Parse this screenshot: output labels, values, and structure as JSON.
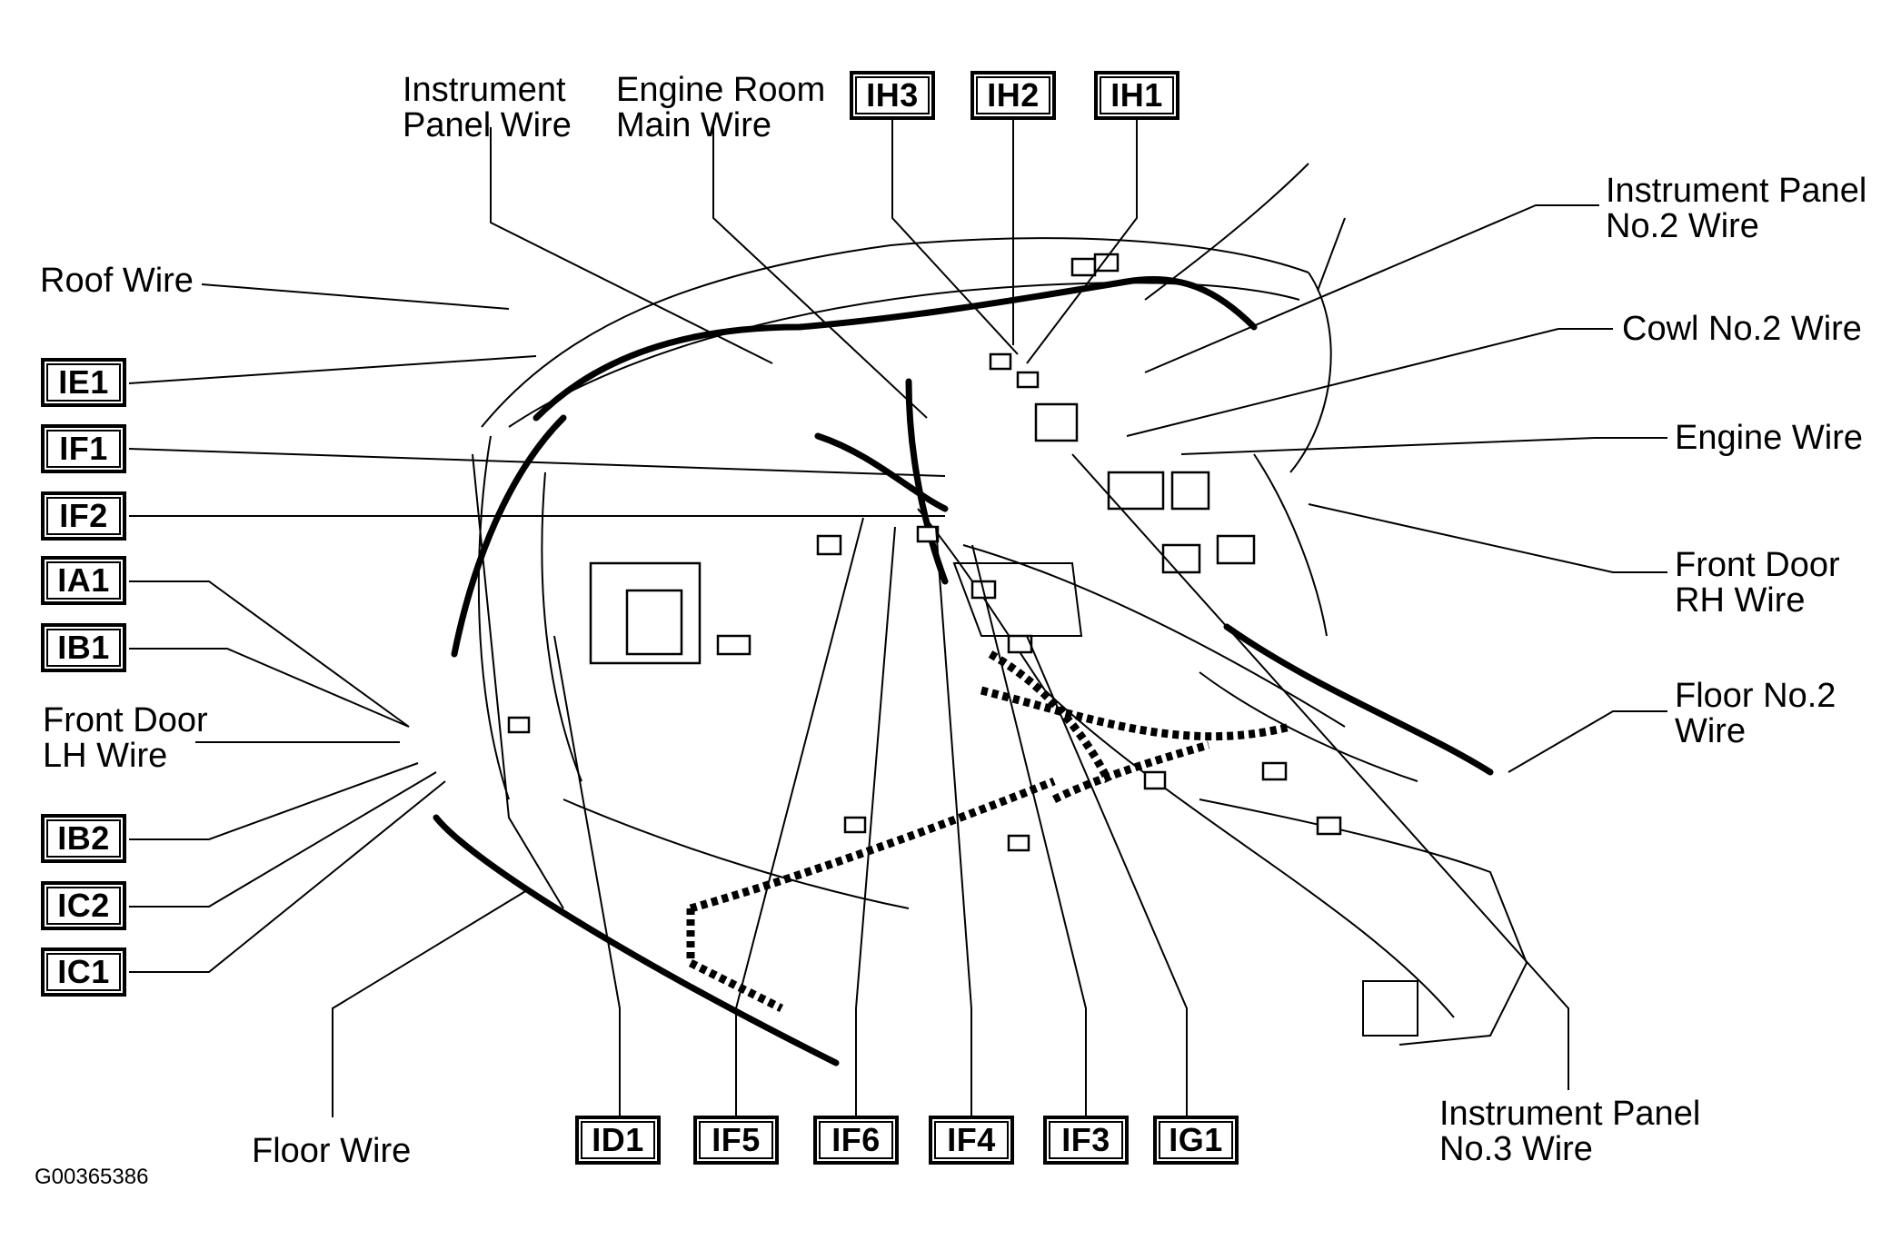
{
  "figure_id": "G00365386",
  "wire_labels": {
    "instrument_panel_wire": "Instrument\nPanel Wire",
    "engine_room_main_wire": "Engine Room\nMain Wire",
    "instrument_panel_no2_wire": "Instrument Panel\nNo.2 Wire",
    "cowl_no2_wire": "Cowl No.2 Wire",
    "engine_wire": "Engine Wire",
    "front_door_rh_wire": "Front Door\nRH Wire",
    "floor_no2_wire": "Floor No.2\nWire",
    "instrument_panel_no3_wire": "Instrument Panel\nNo.3 Wire",
    "floor_wire": "Floor Wire",
    "front_door_lh_wire": "Front Door\nLH Wire",
    "roof_wire": "Roof Wire"
  },
  "connector_codes": {
    "top": [
      "IH3",
      "IH2",
      "IH1"
    ],
    "left": [
      "IE1",
      "IF1",
      "IF2",
      "IA1",
      "IB1",
      "IB2",
      "IC2",
      "IC1"
    ],
    "bottom": [
      "ID1",
      "IF5",
      "IF6",
      "IF4",
      "IF3",
      "IG1"
    ]
  }
}
